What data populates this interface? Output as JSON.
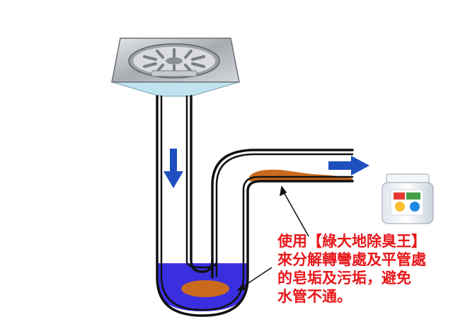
{
  "colors": {
    "pipe_outline": "#111111",
    "water": "#3a2fe0",
    "grime": "#c96a1e",
    "arrow": "#1f4fbf",
    "funnel": "#bfe3ef",
    "drain_cover": "#b9bcc1",
    "caption_text": "#e8161a"
  },
  "icons": {
    "drain_cover": "floor-drain-cover-icon",
    "product": "deodorizer-jar-icon"
  },
  "caption": {
    "lines": [
      "使用【綠大地除臭王】",
      "來分解轉彎處及平管處",
      "的皂垢及污垢，避免",
      "水管不通。"
    ]
  }
}
